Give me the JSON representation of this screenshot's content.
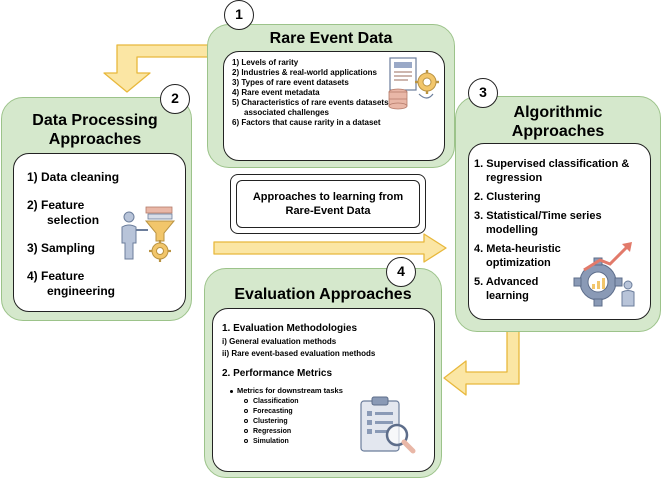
{
  "numbers": {
    "n1": "1",
    "n2": "2",
    "n3": "3",
    "n4": "4"
  },
  "center": {
    "text": "Approaches to learning from Rare-Event Data"
  },
  "rare_event": {
    "title": "Rare Event Data",
    "items": [
      "1) Levels of rarity",
      "2) Industries & real-world applications",
      "3) Types of rare event datasets",
      "4) Rare event metadata",
      "5) Characteristics of rare events datasets & associated challenges",
      "6) Factors that cause rarity in a dataset"
    ]
  },
  "data_processing": {
    "title": "Data Processing Approaches",
    "items": [
      "1) Data cleaning",
      "2) Feature selection",
      "3) Sampling",
      "4) Feature engineering"
    ]
  },
  "algorithmic": {
    "title": "Algorithmic Approaches",
    "items": [
      "1. Supervised classification & regression",
      "2. Clustering",
      "3. Statistical/Time series modelling",
      "4. Meta-heuristic optimization",
      "5. Advanced learning"
    ]
  },
  "evaluation": {
    "title": "Evaluation Approaches",
    "section1": "1. Evaluation Methodologies",
    "sub_i": "i) General evaluation methods",
    "sub_ii": "ii) Rare event-based evaluation methods",
    "section2": "2. Performance Metrics",
    "metrics_heading": "Metrics for downstream tasks",
    "metrics": [
      "Classification",
      "Forecasting",
      "Clustering",
      "Regression",
      "Simulation"
    ]
  },
  "icons": {
    "rare_event": "document-database-gear-icon",
    "data_processing": "person-funnel-gear-icon",
    "algorithmic": "gear-growth-chart-icon",
    "evaluation": "clipboard-magnifier-icon"
  },
  "colors": {
    "panel_fill": "#d5e8cc",
    "panel_border": "#9cc38a",
    "arrow_fill": "#fbe6a4",
    "arrow_border": "#e8b83c"
  }
}
